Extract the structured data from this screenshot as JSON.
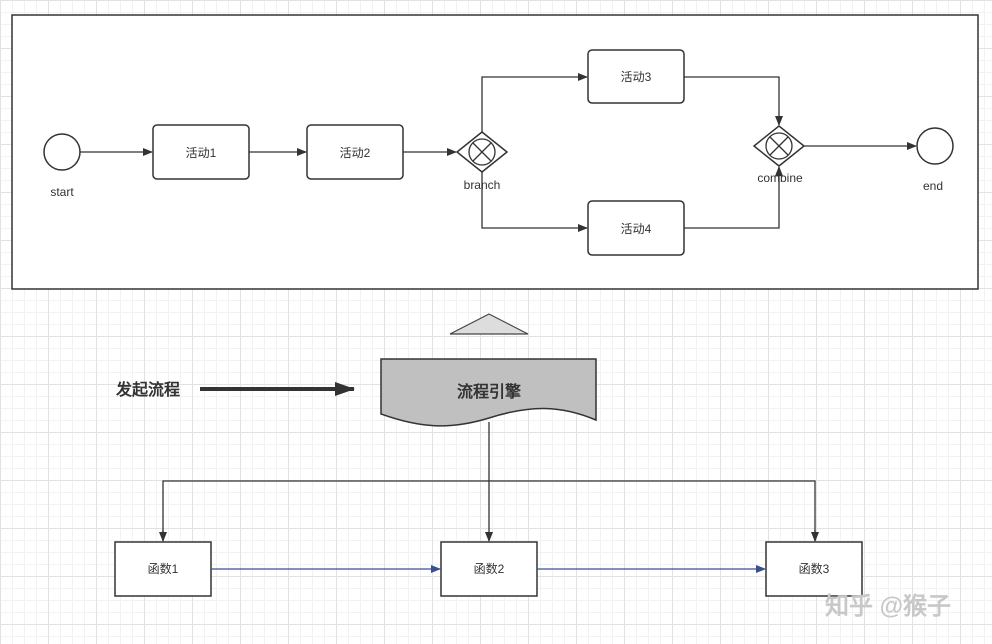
{
  "bpmn": {
    "start_label": "start",
    "end_label": "end",
    "activities": [
      "活动1",
      "活动2",
      "活动3",
      "活动4"
    ],
    "branch_label": "branch",
    "combine_label": "combine"
  },
  "engine": {
    "trigger_label": "发起流程",
    "engine_label": "流程引擎"
  },
  "functions": [
    "函数1",
    "函数2",
    "函数3"
  ],
  "watermark": "知乎 @猴子",
  "colors": {
    "engine_fill": "#c0c0c0",
    "function_arrow": "#3a4f8f",
    "grid": "#e2e2e2"
  }
}
